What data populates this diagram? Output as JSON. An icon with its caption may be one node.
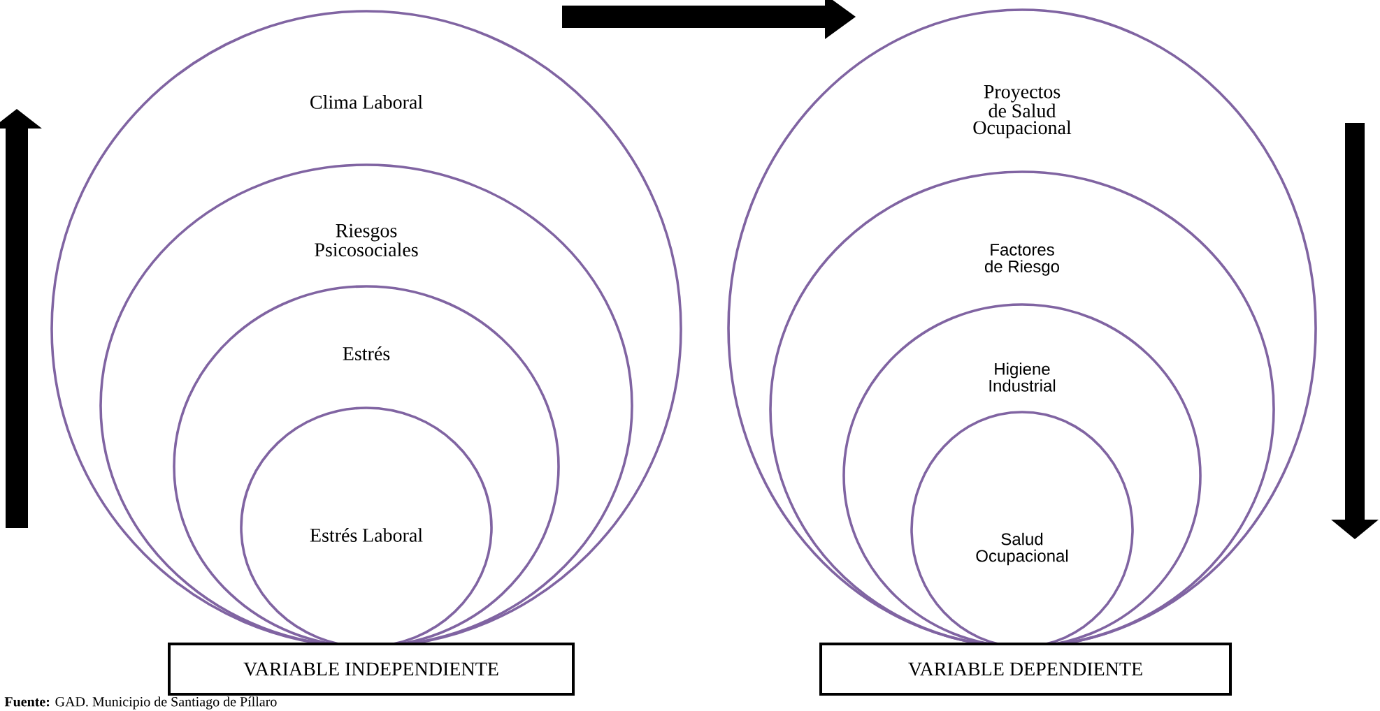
{
  "diagram": {
    "caption": "**Fuente:** GAD. Municipio de Santiago de Píllaro",
    "nodes": [
      {
        "text": [
          "Clima Laboral"
        ]
      },
      {
        "text": [
          "Riesgos Psicosociales"
        ],
        "in": 0
      },
      {
        "text": [
          "Estrés"
        ],
        "in": 1
      },
      {
        "text": [
          "Estrés Laboral"
        ],
        "in": 2
      },
      {
        "text": [
          "Proyectos de Salud Ocupacional"
        ]
      },
      {
        "text": [
          "Factores de Riesgo"
        ],
        "in": 4
      },
      {
        "text": [
          "Higiene Industrial"
        ],
        "in": 5
      },
      {
        "text": [
          "Salud Ocupacional"
        ],
        "in": 6
      },
      {
        "text": [
          "VARIABLE INDEPENDIENTE"
        ]
      },
      {
        "text": [
          "VARIABLE DEPENDIENTE"
        ]
      }
    ]
  }
}
